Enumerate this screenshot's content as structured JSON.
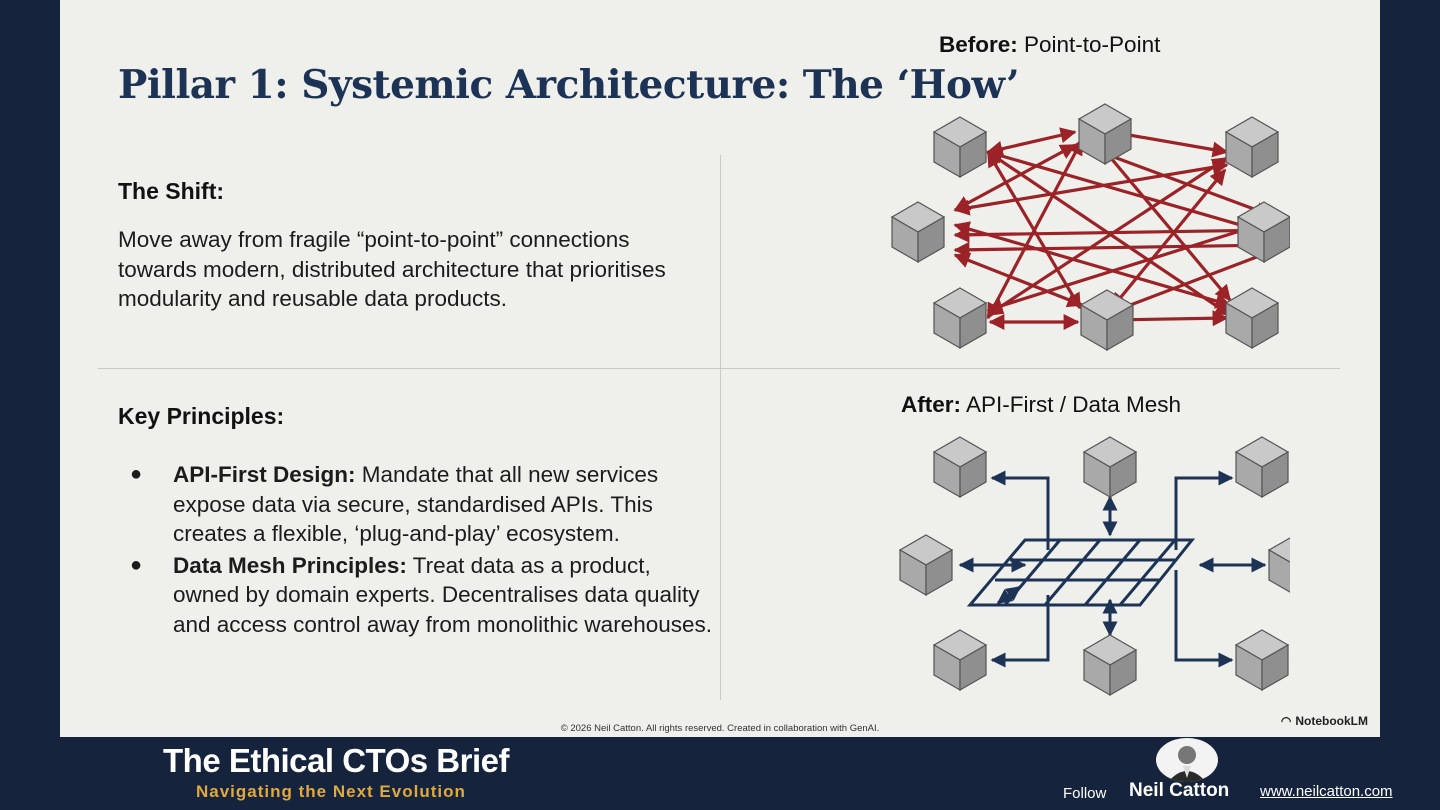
{
  "slide": {
    "title": "Pillar 1: Systemic Architecture: The ‘How’",
    "shift": {
      "heading": "The Shift:",
      "text": "Move away from fragile “point-to-point” connections towards modern, distributed architecture that prioritises modularity and reusable data products."
    },
    "principles": {
      "heading": "Key Principles:",
      "items": [
        {
          "term": "API-First Design:",
          "text": " Mandate that all new services expose data via secure, standardised APIs. This creates a flexible, ‘plug-and-play’ ecosystem."
        },
        {
          "term": "Data Mesh Principles:",
          "text": " Treat data as a product, owned by domain experts. Decentralises data quality and access control away from monolithic warehouses."
        }
      ]
    },
    "before": {
      "label_bold": "Before:",
      "label_rest": " Point-to-Point"
    },
    "after": {
      "label_bold": "After:",
      "label_rest": " API-First / Data Mesh"
    },
    "copyright": "© 2026 Neil Catton. All rights reserved. Created in collaboration with GenAI.",
    "notebooklm": "NotebookLM"
  },
  "footer": {
    "brand_title": "The Ethical CTOs Brief",
    "brand_subtitle": "Navigating the Next Evolution",
    "follow": "Follow",
    "author": "Neil Catton",
    "website": "www.neilcatton.com"
  },
  "colors": {
    "slide_bg": "#efefec",
    "frame_bg": "#15233d",
    "title": "#1d3356",
    "before_arrows": "#9b2226",
    "after_arrows": "#1d3356",
    "subtitle_gold": "#e0a93c"
  }
}
